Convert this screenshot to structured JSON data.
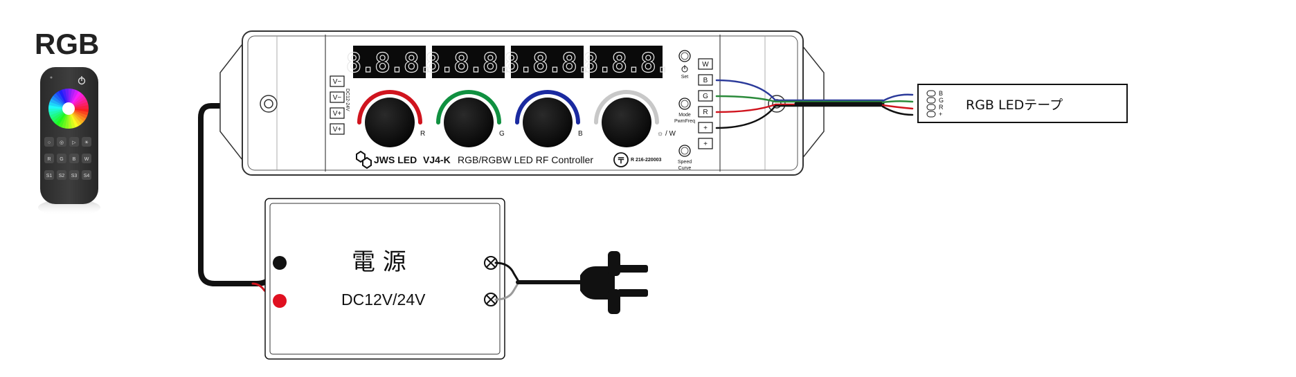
{
  "remote": {
    "title": "RGB",
    "buttons": [
      "○",
      "◎",
      "▷",
      "☀",
      "R",
      "G",
      "B",
      "W",
      "S1",
      "S2",
      "S3",
      "S4"
    ]
  },
  "controller": {
    "brand": "JWS LED",
    "model": "VJ4-K",
    "description": "RGB/RGBW LED RF Controller",
    "cert": "R 216-220003",
    "voltage_label": "DC12-24V",
    "displays": [
      "8.8.8.",
      "8.8.8.",
      "8.8.8.",
      "8.8.8."
    ],
    "inputs": [
      "V−",
      "V−",
      "V+",
      "V+"
    ],
    "outputs": [
      "W",
      "B",
      "G",
      "R",
      "+",
      "+"
    ],
    "knobs": [
      {
        "label": "R",
        "color": "#d0141e"
      },
      {
        "label": "G",
        "color": "#109040"
      },
      {
        "label": "B",
        "color": "#1a2aa0"
      },
      {
        "label": "☼ / W",
        "color": "#c8c8c8"
      }
    ],
    "side_buttons": [
      {
        "label": "Set",
        "icon": "power-icon"
      },
      {
        "label": "Mode\nPwmFreq"
      },
      {
        "label": "Speed\nCurve"
      }
    ]
  },
  "power_supply": {
    "title": "電 源",
    "voltage": "DC12V/24V"
  },
  "led_tape": {
    "label": "RGB LEDテープ",
    "pins": [
      "B",
      "G",
      "R",
      "+"
    ]
  },
  "colors": {
    "red": "#d0141e",
    "green": "#2a8a3a",
    "blue": "#2b3a9a",
    "black": "#111111",
    "gray": "#9a9a9a"
  }
}
